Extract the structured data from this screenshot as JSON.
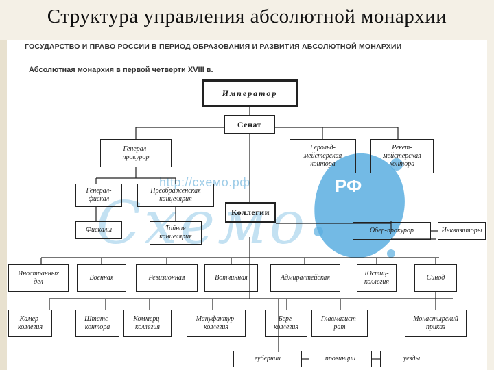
{
  "slide": {
    "title": "Структура управления абсолютной монархии"
  },
  "scan": {
    "header": "ГОСУДАРСТВО И ПРАВО РОССИИ В ПЕРИОД ОБРАЗОВАНИЯ И РАЗВИТИЯ АБСОЛЮТНОЙ МОНАРХИИ",
    "subheader": "Абсолютная монархия в первой четверти XVIII в."
  },
  "watermark": {
    "url": "http://схемо.рф",
    "script": "Схемо",
    "badge": "РФ"
  },
  "nodes": {
    "emperor": "Император",
    "senate": "Сенат",
    "procurator_general": "Генерал-\nпрокурор",
    "heraldmeister": "Герольд-\nмейстерская\nконтора",
    "reketmeister": "Рекет-\nмейстерская\nконтора",
    "fiscal_general": "Генерал-\nфискал",
    "preobrazhensky": "Преображенская\nканцелярия",
    "fiscals": "Фискалы",
    "secret_chancellery": "Тайная\nканцелярия",
    "collegia": "Коллегии",
    "oberprocurator": "Обер-прокурор",
    "inquisitors": "Инквизиторы",
    "foreign": "Иностранных\nдел",
    "military": "Военная",
    "revision": "Ревизионная",
    "votchina": "Вотчинная",
    "admiralty": "Адмиралтейская",
    "justice": "Юстиц-\nколлегия",
    "synod": "Синод",
    "kamer": "Камер-\nколлегия",
    "shtats": "Штатс-\nконтора",
    "commerce": "Коммерц-\nколлегия",
    "manufactory": "Мануфактур-\nколлегия",
    "berg": "Берг-\nколлегия",
    "magistrate": "Главмагист-\nрат",
    "monastery": "Монастырский\nприказ",
    "gubernia": "губернии",
    "province": "провинции",
    "uezd": "уезды"
  }
}
